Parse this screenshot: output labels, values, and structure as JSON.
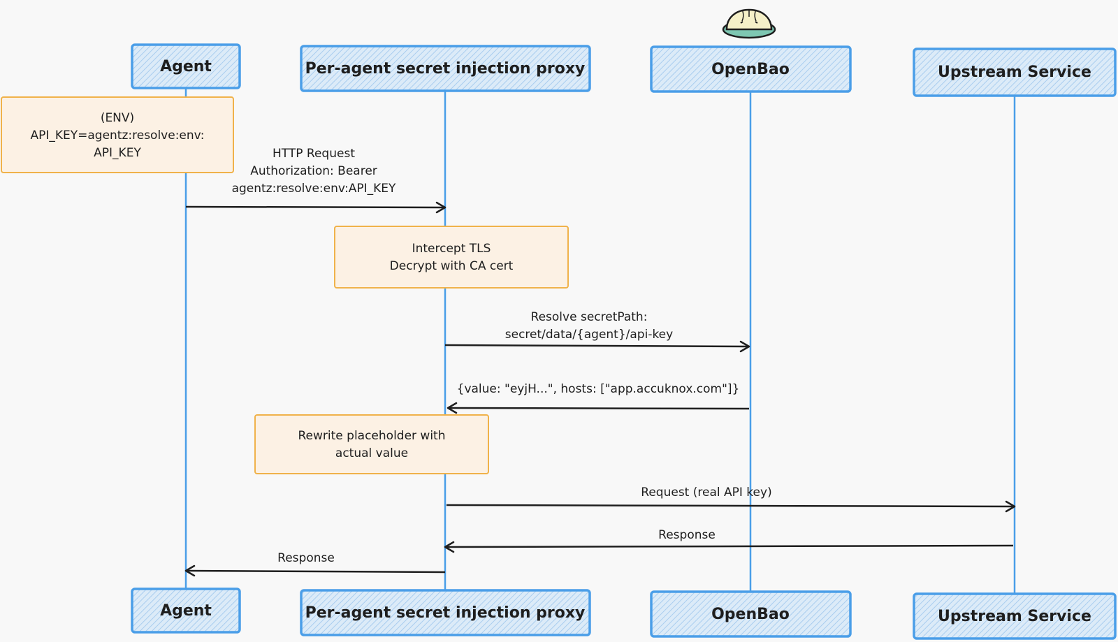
{
  "colors": {
    "background": "#f8f8f8",
    "actor_border": "#4a9ee8",
    "actor_fill": "#dcebf8",
    "actor_hatch": "#a9cdef",
    "note_border": "#f0b24a",
    "note_fill": "#fcf1e4",
    "arrow": "#1e1e1e",
    "text": "#1e1e1e"
  },
  "actors": [
    {
      "id": "agent",
      "label": "Agent"
    },
    {
      "id": "proxy",
      "label": "Per-agent secret injection proxy"
    },
    {
      "id": "openbao",
      "label": "OpenBao",
      "icon": "bao-bun-icon"
    },
    {
      "id": "upstream",
      "label": "Upstream Service"
    }
  ],
  "notes": [
    {
      "id": "env",
      "lines": [
        "(ENV)",
        "API_KEY=agentz:resolve:env:",
        "API_KEY"
      ]
    },
    {
      "id": "intercept",
      "lines": [
        "Intercept TLS",
        "Decrypt with CA cert"
      ]
    },
    {
      "id": "rewrite",
      "lines": [
        "Rewrite placeholder with",
        "actual value"
      ]
    }
  ],
  "messages": [
    {
      "id": "http-request",
      "from": "agent",
      "to": "proxy",
      "lines": [
        "HTTP Request",
        "Authorization: Bearer",
        "agentz:resolve:env:API_KEY"
      ]
    },
    {
      "id": "resolve-secret",
      "from": "proxy",
      "to": "openbao",
      "lines": [
        "Resolve secretPath:",
        "secret/data/{agent}/api-key"
      ]
    },
    {
      "id": "secret-value",
      "from": "openbao",
      "to": "proxy",
      "lines": [
        "{value: \"eyjH...\", hosts: [\"app.accuknox.com\"]}"
      ]
    },
    {
      "id": "request-real-key",
      "from": "proxy",
      "to": "upstream",
      "lines": [
        "Request (real API key)"
      ]
    },
    {
      "id": "upstream-response",
      "from": "upstream",
      "to": "proxy",
      "lines": [
        "Response"
      ]
    },
    {
      "id": "proxy-response",
      "from": "proxy",
      "to": "agent",
      "lines": [
        "Response"
      ]
    }
  ]
}
